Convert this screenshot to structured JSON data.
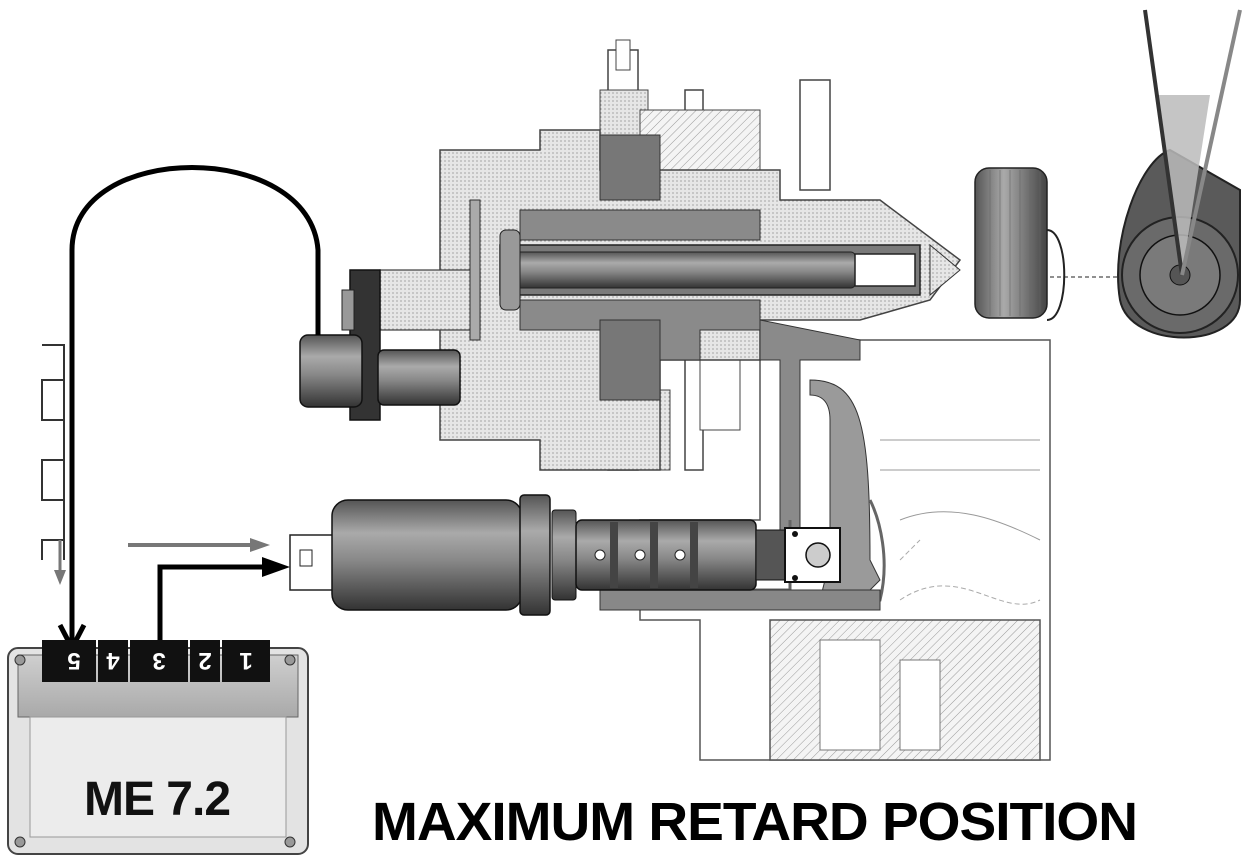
{
  "diagram": {
    "caption": "MAXIMUM RETARD POSITION",
    "ecu": {
      "name": "ME 7.2",
      "pins": [
        "5",
        "4",
        "3",
        "2",
        "1"
      ]
    },
    "colors": {
      "housing": "#e8e8e8",
      "oil_dark": "#777777",
      "oil_mid": "#9a9a9a",
      "wire": "#000000",
      "ecu_body": "#d9d9d9"
    }
  }
}
